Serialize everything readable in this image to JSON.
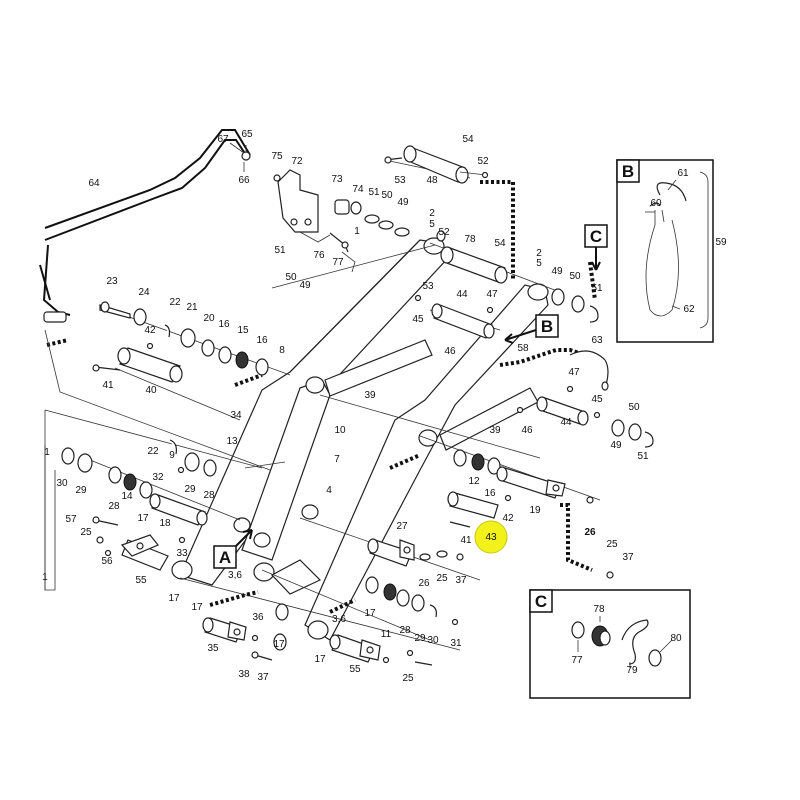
{
  "diagram": {
    "labels": [
      {
        "t": "64"
      },
      {
        "t": "67"
      },
      {
        "t": "65"
      },
      {
        "t": "66"
      },
      {
        "t": "75"
      },
      {
        "t": "72"
      },
      {
        "t": "73"
      },
      {
        "t": "74"
      },
      {
        "t": "51"
      },
      {
        "t": "50"
      },
      {
        "t": "49"
      },
      {
        "t": "76"
      },
      {
        "t": "77"
      },
      {
        "t": "54"
      },
      {
        "t": "52"
      },
      {
        "t": "53"
      },
      {
        "t": "48"
      },
      {
        "t": "1"
      },
      {
        "t": "2"
      },
      {
        "t": "5"
      },
      {
        "t": "52"
      },
      {
        "t": "78"
      },
      {
        "t": "54"
      },
      {
        "t": "2"
      },
      {
        "t": "5"
      },
      {
        "t": "49"
      },
      {
        "t": "50"
      },
      {
        "t": "51"
      },
      {
        "t": "51"
      },
      {
        "t": "50"
      },
      {
        "t": "49"
      },
      {
        "t": "53"
      },
      {
        "t": "44"
      },
      {
        "t": "47"
      },
      {
        "t": "45"
      },
      {
        "t": "46"
      },
      {
        "t": "58"
      },
      {
        "t": "23"
      },
      {
        "t": "24"
      },
      {
        "t": "22"
      },
      {
        "t": "21"
      },
      {
        "t": "20"
      },
      {
        "t": "16"
      },
      {
        "t": "15"
      },
      {
        "t": "16"
      },
      {
        "t": "42"
      },
      {
        "t": "8"
      },
      {
        "t": "41"
      },
      {
        "t": "40"
      },
      {
        "t": "39"
      },
      {
        "t": "63"
      },
      {
        "t": "47"
      },
      {
        "t": "45"
      },
      {
        "t": "50"
      },
      {
        "t": "44"
      },
      {
        "t": "46"
      },
      {
        "t": "39"
      },
      {
        "t": "49"
      },
      {
        "t": "51"
      },
      {
        "t": "34"
      },
      {
        "t": "13"
      },
      {
        "t": "10"
      },
      {
        "t": "7"
      },
      {
        "t": "22"
      },
      {
        "t": "9"
      },
      {
        "t": "29"
      },
      {
        "t": "28"
      },
      {
        "t": "1"
      },
      {
        "t": "30"
      },
      {
        "t": "29"
      },
      {
        "t": "32"
      },
      {
        "t": "14"
      },
      {
        "t": "17"
      },
      {
        "t": "28"
      },
      {
        "t": "18"
      },
      {
        "t": "57"
      },
      {
        "t": "25"
      },
      {
        "t": "56"
      },
      {
        "t": "33"
      },
      {
        "t": "55"
      },
      {
        "t": "4"
      },
      {
        "t": "27"
      },
      {
        "t": "12"
      },
      {
        "t": "16"
      },
      {
        "t": "19"
      },
      {
        "t": "42"
      },
      {
        "t": "41"
      },
      {
        "t": "43"
      },
      {
        "t": "26"
      },
      {
        "t": "3,6"
      },
      {
        "t": "17"
      },
      {
        "t": "17"
      },
      {
        "t": "26"
      },
      {
        "t": "25"
      },
      {
        "t": "37"
      },
      {
        "t": "25"
      },
      {
        "t": "37"
      },
      {
        "t": "36"
      },
      {
        "t": "35"
      },
      {
        "t": "38"
      },
      {
        "t": "37"
      },
      {
        "t": "17"
      },
      {
        "t": "3,6"
      },
      {
        "t": "17"
      },
      {
        "t": "11"
      },
      {
        "t": "28"
      },
      {
        "t": "29"
      },
      {
        "t": "30"
      },
      {
        "t": "31"
      },
      {
        "t": "17"
      },
      {
        "t": "55"
      },
      {
        "t": "25"
      },
      {
        "t": "1"
      },
      {
        "t": "61"
      },
      {
        "t": "60"
      },
      {
        "t": "59"
      },
      {
        "t": "62"
      },
      {
        "t": "78"
      },
      {
        "t": "77"
      },
      {
        "t": "79"
      },
      {
        "t": "80"
      }
    ],
    "callouts": {
      "a": {
        "letter": "A"
      },
      "b": {
        "letter": "B"
      },
      "c": {
        "letter": "C"
      },
      "detail_b": {
        "letter": "B"
      },
      "detail_c": {
        "letter": "C"
      }
    },
    "highlight": {
      "label": "43",
      "color": "#f2f21a"
    }
  }
}
